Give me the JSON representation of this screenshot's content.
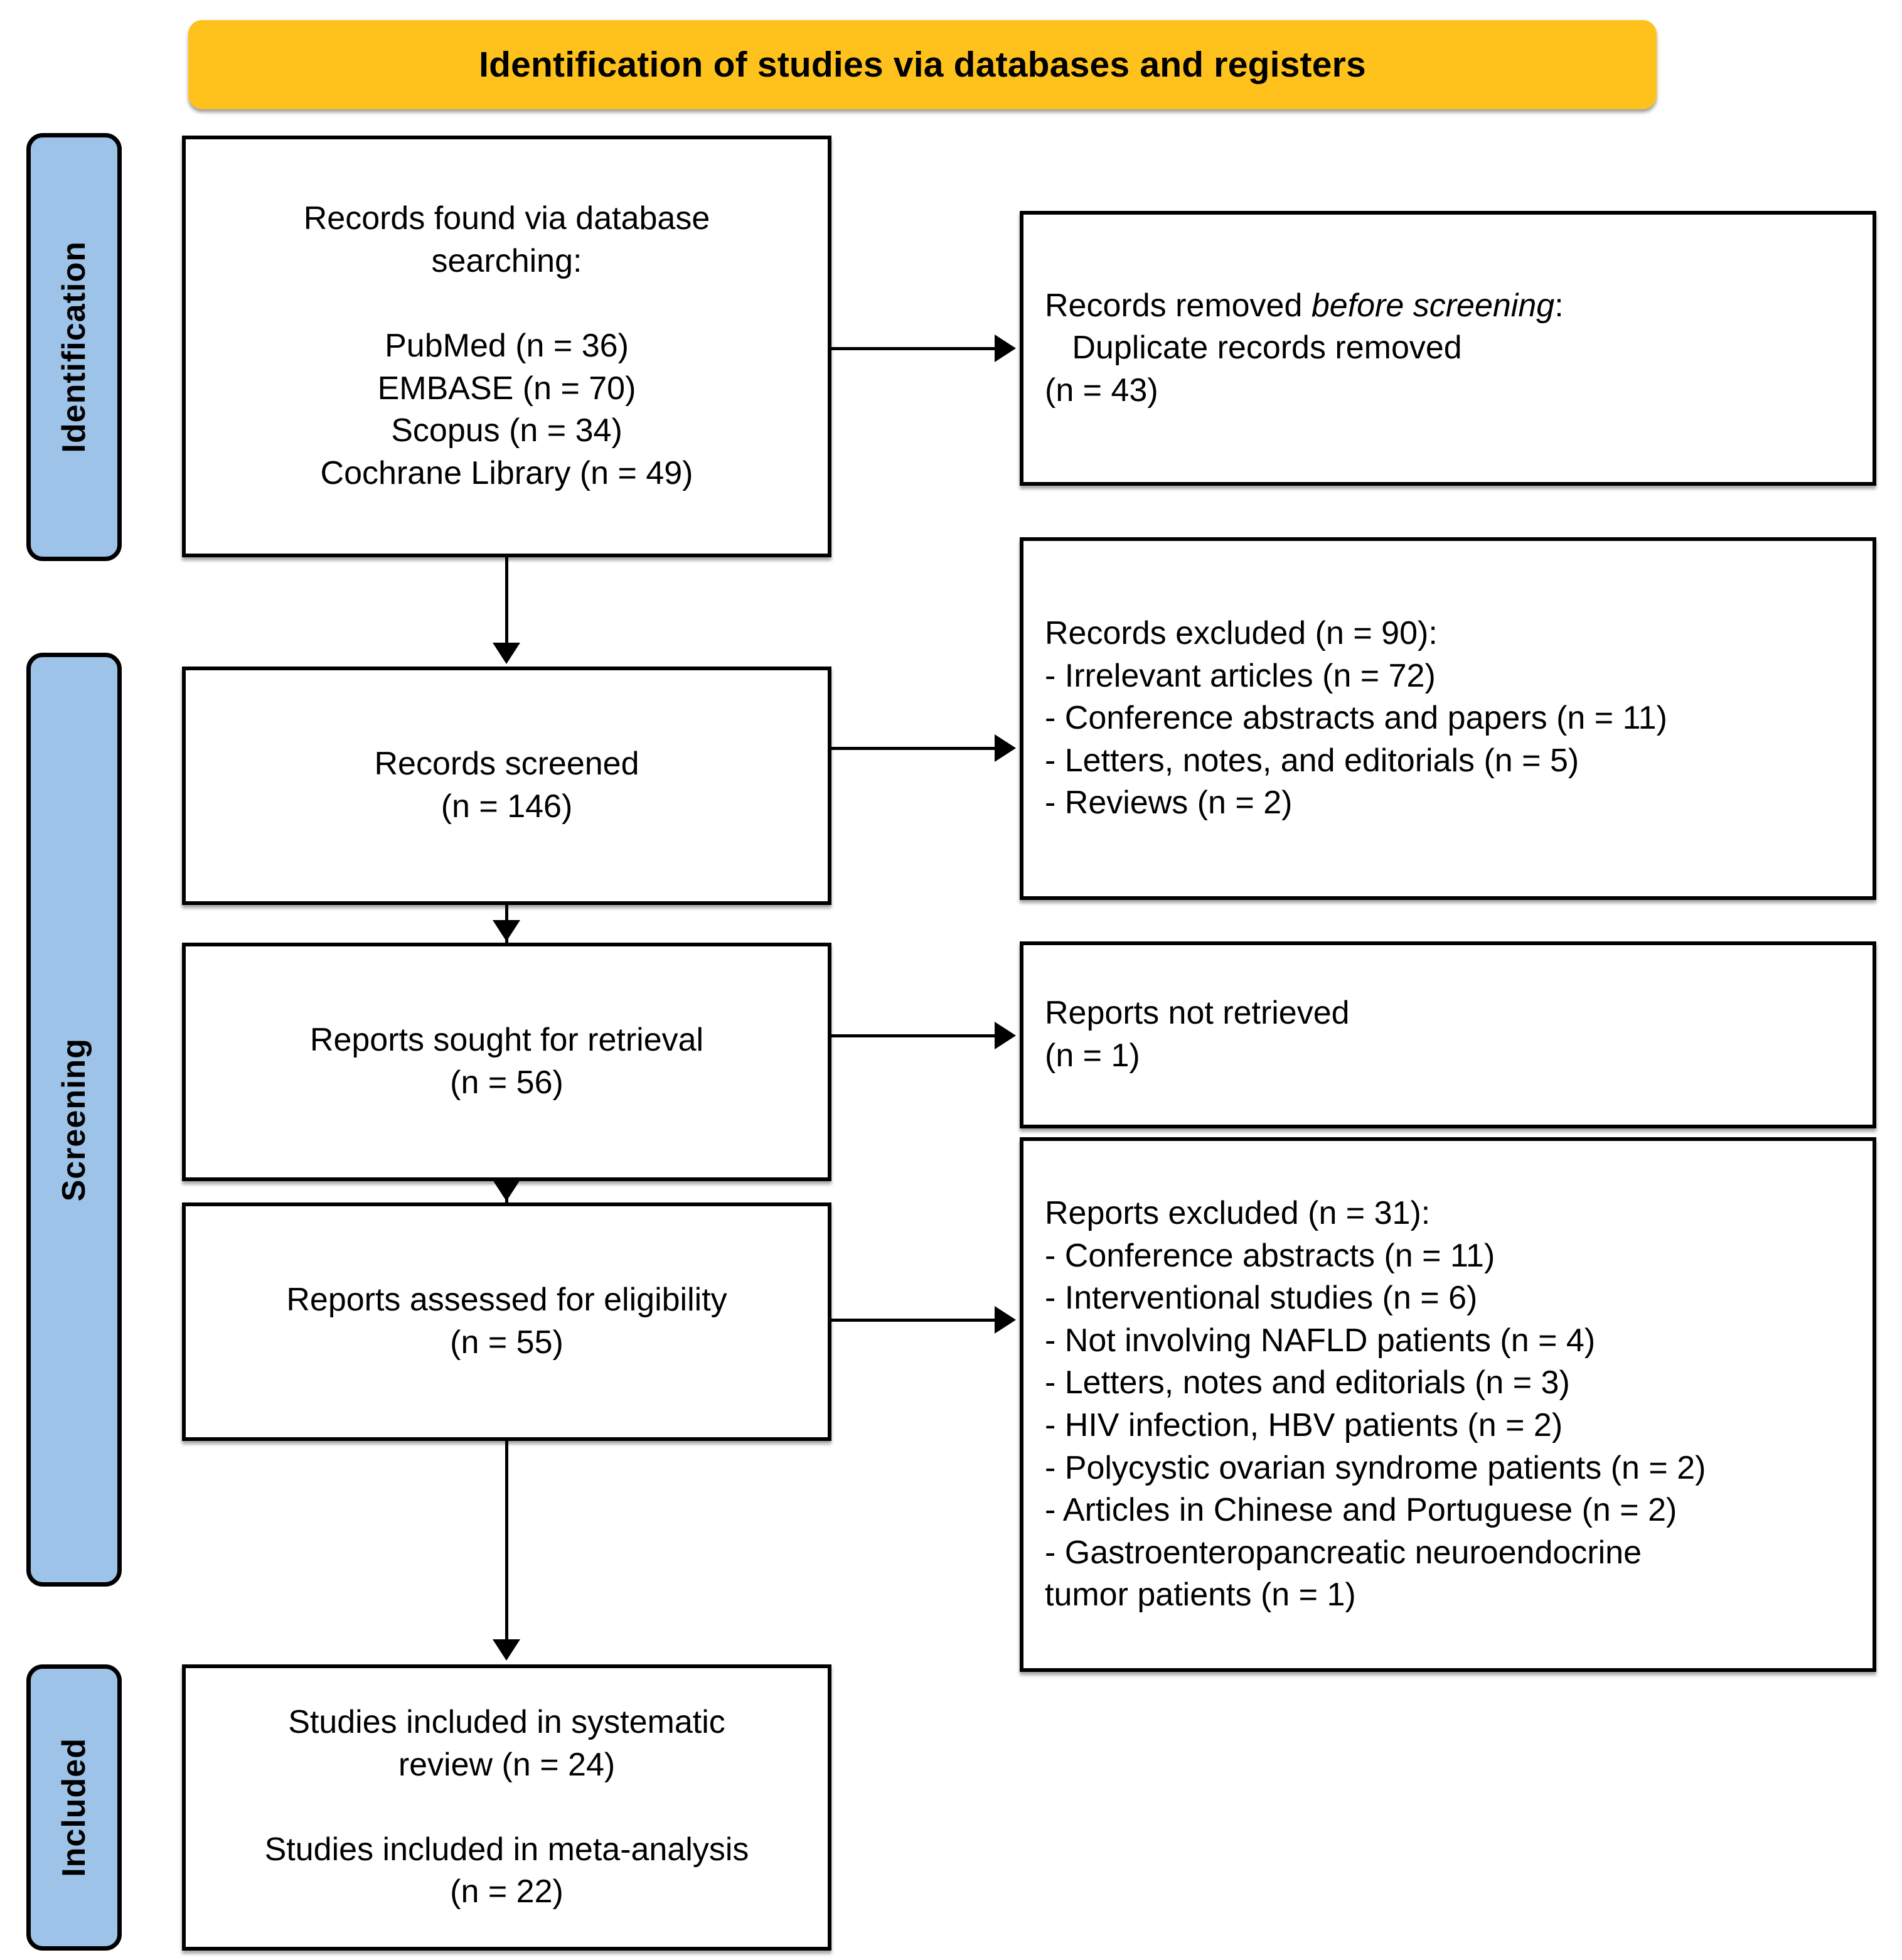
{
  "diagram": {
    "type": "prisma-flow-diagram",
    "header": {
      "title": "Identification of studies via databases and registers",
      "color": "#FFC21C"
    },
    "stage_color": "#9DC3E9",
    "stages": [
      {
        "id": "identification",
        "label": "Identification"
      },
      {
        "id": "screening",
        "label": "Screening"
      },
      {
        "id": "included",
        "label": "Included"
      }
    ],
    "boxes": {
      "records_found": {
        "text": "Records found via database\nsearching:\n\nPubMed (n = 36)\nEMBASE (n = 70)\nScopus (n = 34)\nCochrane Library (n = 49)"
      },
      "records_removed": {
        "line1_prefix": "Records removed ",
        "line1_italic": "before screening",
        "line1_suffix": ":",
        "rest": "   Duplicate records removed\n(n = 43)"
      },
      "records_screened": {
        "text": "Records screened\n(n = 146)"
      },
      "records_excluded": {
        "text": "Records excluded (n = 90):\n- Irrelevant articles (n = 72)\n- Conference abstracts and papers (n = 11)\n- Letters, notes, and editorials (n = 5)\n- Reviews (n = 2)"
      },
      "reports_sought": {
        "text": "Reports sought for retrieval\n(n = 56)"
      },
      "reports_not_retrieved": {
        "text": "Reports not retrieved\n(n = 1)"
      },
      "reports_assessed": {
        "text": "Reports assessed for eligibility\n(n = 55)"
      },
      "reports_excluded": {
        "text": "Reports excluded (n = 31):\n- Conference abstracts (n = 11)\n- Interventional studies (n = 6)\n- Not involving NAFLD patients (n = 4)\n- Letters, notes and editorials (n = 3)\n- HIV infection, HBV patients (n = 2)\n- Polycystic ovarian syndrome patients (n = 2)\n- Articles in Chinese and Portuguese (n = 2)\n- Gastroenteropancreatic neuroendocrine\ntumor patients (n = 1)"
      },
      "studies_included": {
        "text": "Studies included in systematic\nreview (n = 24)\n\nStudies included in meta-analysis\n(n = 22)"
      }
    },
    "counts": {
      "pubmed": 36,
      "embase": 70,
      "scopus": 34,
      "cochrane_library": 49,
      "duplicates_removed": 43,
      "records_screened": 146,
      "records_excluded_total": 90,
      "irrelevant_articles": 72,
      "conference_abstracts_and_papers": 11,
      "letters_notes_editorials_screening": 5,
      "reviews": 2,
      "reports_sought": 56,
      "reports_not_retrieved": 1,
      "reports_assessed": 55,
      "reports_excluded_total": 31,
      "conference_abstracts": 11,
      "interventional_studies": 6,
      "not_involving_nafld": 4,
      "letters_notes_editorials_eligibility": 3,
      "hiv_hbv": 2,
      "pcos": 2,
      "chinese_portuguese": 2,
      "gep_net": 1,
      "studies_in_systematic_review": 24,
      "studies_in_meta_analysis": 22
    }
  }
}
